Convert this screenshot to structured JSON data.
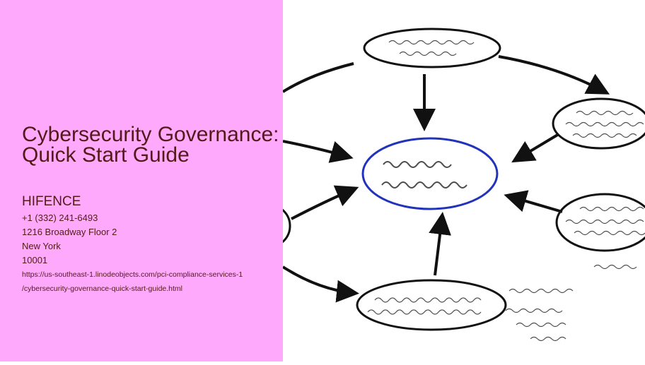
{
  "page": {
    "title": "Cybersecurity Governance: Quick Start Guide",
    "company": "HIFENCE",
    "phone": "+1 (332) 241-6493",
    "address": "1216 Broadway Floor 2",
    "city": "New York",
    "zip": "10001",
    "url_line1": "https://us-southeast-1.linodeobjects.com/pci-compliance-services-1",
    "url_line2": "/cybersecurity-governance-quick-start-guide.html"
  },
  "colors": {
    "panel": "#fea9fb",
    "text": "#531a1a",
    "center_ellipse": "#2233bb"
  }
}
